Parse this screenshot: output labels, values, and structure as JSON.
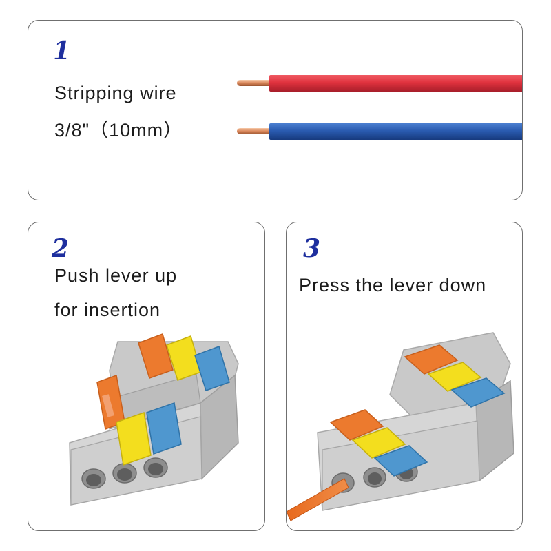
{
  "steps": [
    {
      "number": "1",
      "line1": "Stripping wire",
      "line2": "3/8\"（10mm）"
    },
    {
      "number": "2",
      "line1": "Push lever up",
      "line2": "for insertion"
    },
    {
      "number": "3",
      "line1": "Press the lever down"
    }
  ],
  "colors": {
    "step_number": "#1e2f9e",
    "wire_red": "#e0323e",
    "wire_blue": "#2a5bb0",
    "copper": "#d9865a",
    "lever_orange": "#ec7a2e",
    "lever_yellow": "#f3de1e",
    "lever_blue": "#4f97cf",
    "housing_gray": "#d6d6d6"
  }
}
